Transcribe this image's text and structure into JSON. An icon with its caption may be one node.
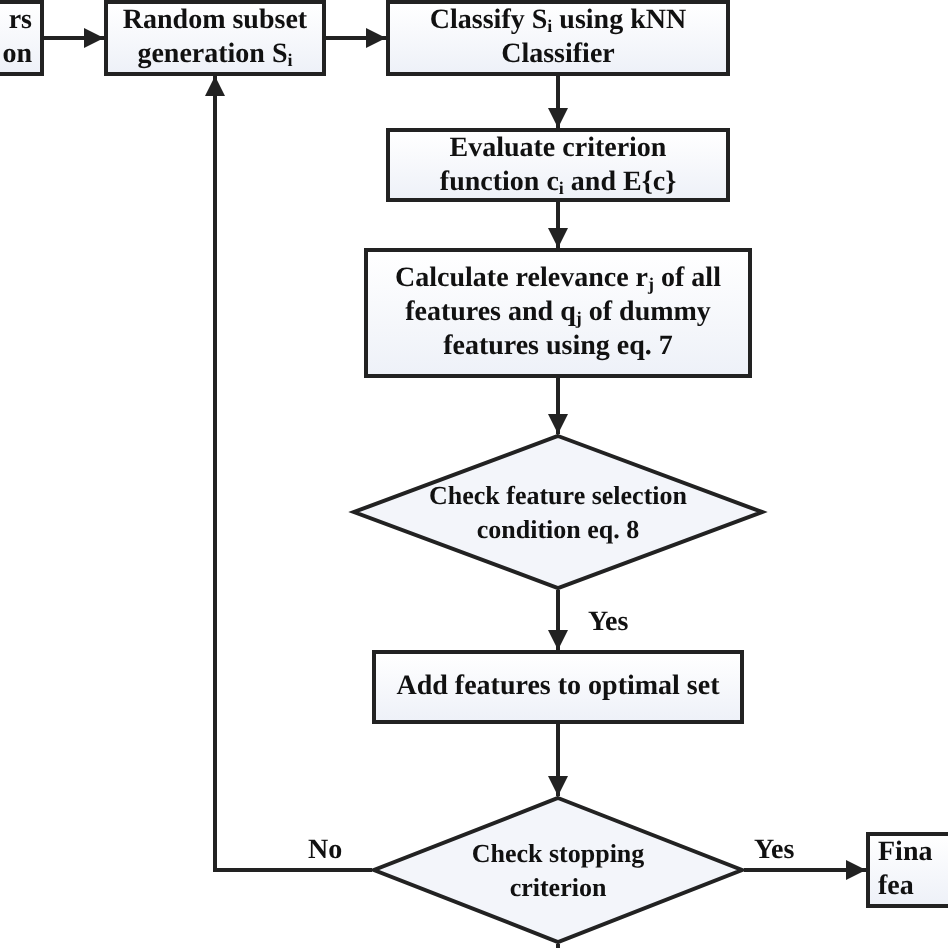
{
  "diagram": {
    "nodes": [
      {
        "text": [
          "rs on"
        ]
      },
      {
        "text": [
          "Random subset generation S$_{i}$"
        ]
      },
      {
        "text": [
          "Classify S$_{i}$ using kNN Classifier"
        ]
      },
      {
        "text": [
          "Evaluate criterion function c$_{i}$ and E{c}"
        ]
      },
      {
        "text": [
          "Calculate relevance r$_{j}$ of all features and q$_{j}$ of dummy features using eq. 7"
        ]
      },
      {
        "text": [
          "Check feature selection condition eq. 8"
        ]
      },
      {
        "text": [
          "Add features to optimal set"
        ]
      },
      {
        "text": [
          "Check stopping criterion"
        ]
      },
      {
        "text": [
          "Fina fea"
        ]
      }
    ],
    "edges": [
      {
        "from": 0,
        "to": 1,
        "arrow": "to"
      },
      {
        "from": 1,
        "to": 2,
        "arrow": "to"
      },
      {
        "from": 2,
        "to": 3,
        "arrow": "to"
      },
      {
        "from": 3,
        "to": 4,
        "arrow": "to"
      },
      {
        "from": 4,
        "to": 5,
        "arrow": "to"
      },
      {
        "from": 5,
        "to": 6,
        "arrow": "to",
        "label": "Yes"
      },
      {
        "from": 6,
        "to": 7,
        "arrow": "to"
      },
      {
        "from": 7,
        "to": 8,
        "arrow": "to",
        "label": "Yes"
      },
      {
        "from": 7,
        "to": 1,
        "arrow": "to",
        "label": "No"
      },
      {
        "from": 7,
        "to": null,
        "arrow": "none"
      }
    ]
  }
}
